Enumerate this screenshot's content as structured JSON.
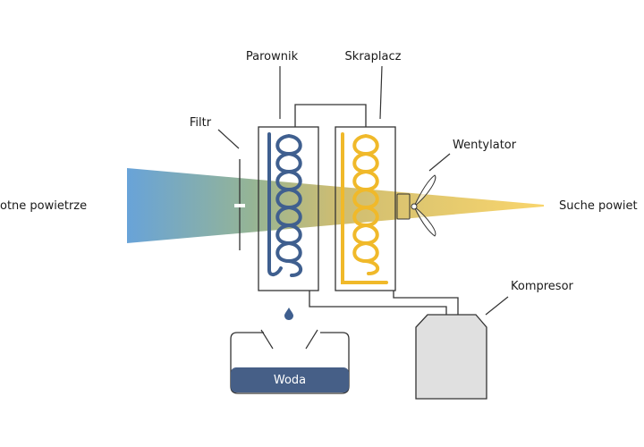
{
  "labels": {
    "evaporator": "Parownik",
    "condenser": "Skraplacz",
    "filter": "Filtr",
    "fan": "Wentylator",
    "humid_air": "otne powietrze",
    "dry_air": "Suche powiet",
    "compressor": "Kompresor",
    "water": "Woda"
  },
  "colors": {
    "humid_air": "#5b9bd5",
    "dry_air": "#f4c542",
    "evaporator_coil": "#3f5f8f",
    "condenser_coil": "#f0b92a",
    "water": "#465f87",
    "compressor_fill": "#e0e0e0",
    "outline": "#333333"
  },
  "icons": {
    "droplet": "water-droplet-icon",
    "fan": "fan-icon"
  }
}
